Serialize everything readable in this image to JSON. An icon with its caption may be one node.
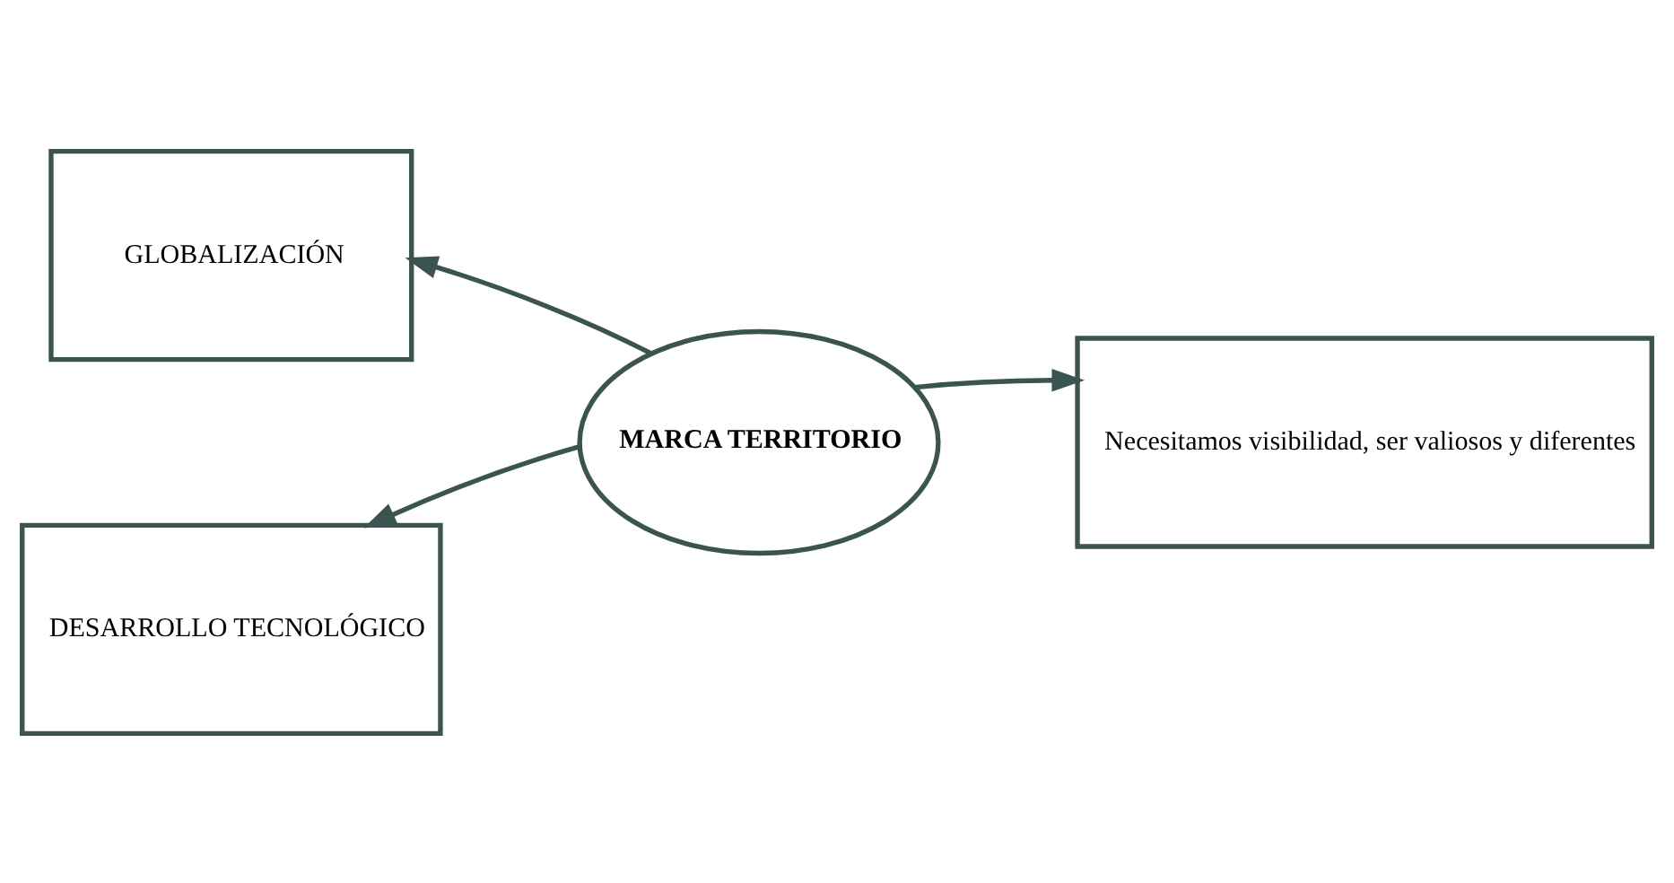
{
  "diagram": {
    "nodes": [
      {
        "text": [
          "GLOBALIZACIÓN"
        ]
      },
      {
        "text": [
          "MARCA TERRITORIO"
        ]
      },
      {
        "text": [
          "Necesitamos visibilidad, ser valiosos y diferentes"
        ]
      },
      {
        "text": [
          "DESARROLLO TECNOLÓGICO"
        ]
      }
    ],
    "edges": [
      {
        "from": 1,
        "to": 0,
        "arrow": "to"
      },
      {
        "from": 1,
        "to": 2,
        "arrow": "to"
      },
      {
        "from": 1,
        "to": 3,
        "arrow": "to"
      }
    ]
  }
}
